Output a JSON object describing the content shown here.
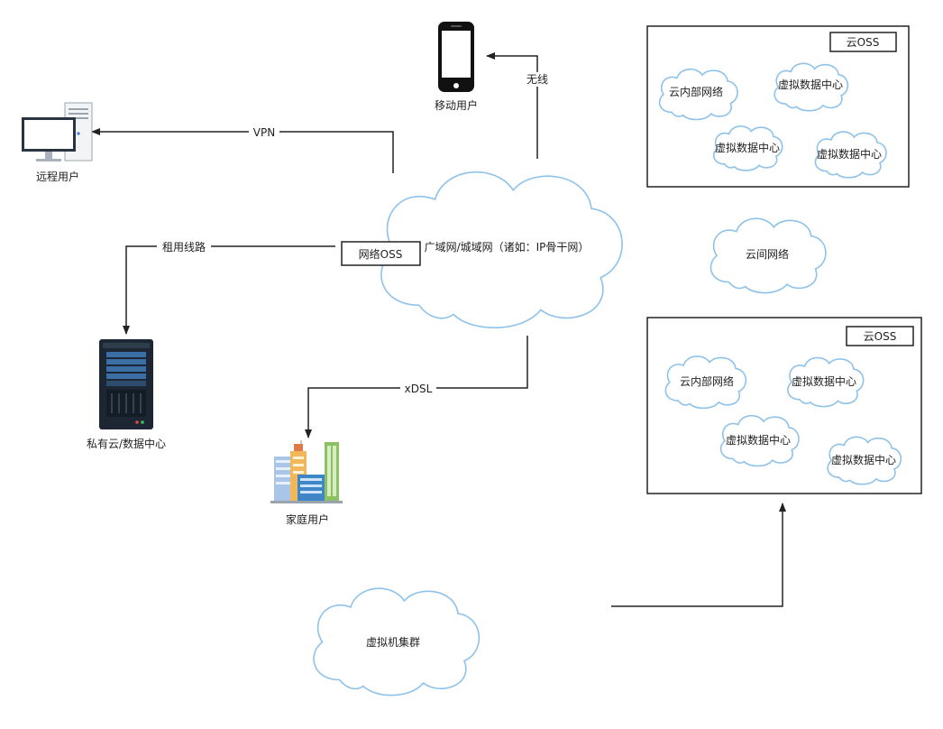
{
  "nodes": {
    "mobile_user": "移动用户",
    "remote_user": "远程用户",
    "private_cloud": "私有云/数据中心",
    "home_user": "家庭用户",
    "wan": "广域网/城域网（诸如：IP骨干网）",
    "network_oss": "网络OSS",
    "inter_cloud": "云间网络",
    "vm_cluster": "虚拟机集群"
  },
  "edges": {
    "vpn": "VPN",
    "wireless": "无线",
    "leased_line": "租用线路",
    "xdsl": "xDSL"
  },
  "cloud_top": {
    "oss": "云OSS",
    "internal_net": "云内部网络",
    "vdc1": "虚拟数据中心",
    "vdc2": "虚拟数据中心",
    "vdc3": "虚拟数据中心"
  },
  "cloud_bottom": {
    "oss": "云OSS",
    "internal_net": "云内部网络",
    "vdc1": "虚拟数据中心",
    "vdc2": "虚拟数据中心",
    "vdc3": "虚拟数据中心"
  },
  "colors": {
    "cloud_stroke": "#8ec2ea",
    "line": "#222222",
    "frame": "#222222"
  }
}
